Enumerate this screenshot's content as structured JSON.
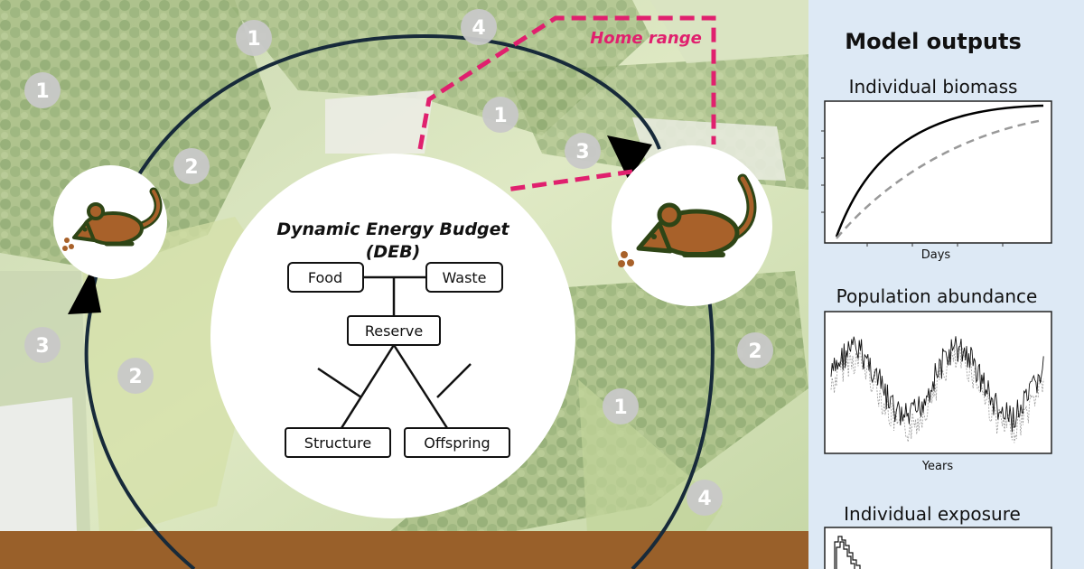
{
  "main_diagram": {
    "deb": {
      "title_line1": "Dynamic Energy Budget",
      "title_line2": "(DEB)",
      "boxes": {
        "food": "Food",
        "waste": "Waste",
        "reserve": "Reserve",
        "structure": "Structure",
        "offspring": "Offspring"
      }
    },
    "home_range_label": "Home range",
    "site_numbers": [
      "1",
      "1",
      "4",
      "1",
      "2",
      "1",
      "3",
      "2",
      "3",
      "2",
      "1",
      "4"
    ],
    "colors": {
      "home_range": "#e0206e",
      "cycle_ring": "#172a3a",
      "mouse_body": "#a8612a",
      "mouse_outline": "#2e4516",
      "ground": "#99602a",
      "panel_bg": "#dde9f5"
    }
  },
  "outputs_panel": {
    "title": "Model outputs",
    "plots": [
      {
        "title": "Individual biomass",
        "xlabel": "Days"
      },
      {
        "title": "Population abundance",
        "xlabel": "Years"
      },
      {
        "title": "Individual exposure",
        "xlabel": ""
      }
    ]
  }
}
